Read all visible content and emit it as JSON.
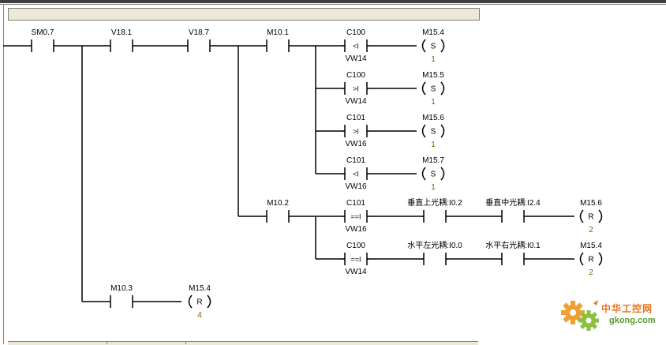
{
  "rungs": [
    {
      "id": "sm07",
      "kind": "contact",
      "label": "SM0.7"
    },
    {
      "id": "v181",
      "kind": "contact",
      "label": "V18.1"
    },
    {
      "id": "v187",
      "kind": "contact",
      "label": "V18.7"
    },
    {
      "id": "m101",
      "kind": "contact",
      "label": "M10.1"
    },
    {
      "id": "m102",
      "kind": "contact",
      "label": "M10.2"
    },
    {
      "id": "m103",
      "kind": "contact",
      "label": "M10.3"
    },
    {
      "id": "cmp1",
      "kind": "compare",
      "label": "C100",
      "op": "<I",
      "operand": "VW14"
    },
    {
      "id": "cmp2",
      "kind": "compare",
      "label": "C100",
      "op": ">I",
      "operand": "VW14"
    },
    {
      "id": "cmp3",
      "kind": "compare",
      "label": "C101",
      "op": ">I",
      "operand": "VW16"
    },
    {
      "id": "cmp4",
      "kind": "compare",
      "label": "C101",
      "op": "<I",
      "operand": "VW16"
    },
    {
      "id": "cmp5",
      "kind": "compare",
      "label": "C101",
      "op": "==I",
      "operand": "VW16"
    },
    {
      "id": "cmp6",
      "kind": "compare",
      "label": "C100",
      "op": "==I",
      "operand": "VW14"
    },
    {
      "id": "ce1",
      "kind": "contact",
      "label": "垂直上光耦:I0.2"
    },
    {
      "id": "ce2",
      "kind": "contact",
      "label": "垂直中光耦:I2.4"
    },
    {
      "id": "ce3",
      "kind": "contact",
      "label": "水平左光耦:I0.0"
    },
    {
      "id": "ce4",
      "kind": "contact",
      "label": "水平右光耦:I0.1"
    },
    {
      "id": "coil1",
      "kind": "coil",
      "label": "M15.4",
      "op": "S",
      "count": "1"
    },
    {
      "id": "coil2",
      "kind": "coil",
      "label": "M15.5",
      "op": "S",
      "count": "1"
    },
    {
      "id": "coil3",
      "kind": "coil",
      "label": "M15.6",
      "op": "S",
      "count": "1"
    },
    {
      "id": "coil4",
      "kind": "coil",
      "label": "M15.7",
      "op": "S",
      "count": "1"
    },
    {
      "id": "coil5",
      "kind": "coil",
      "label": "M15.6",
      "op": "R",
      "count": "2"
    },
    {
      "id": "coil6",
      "kind": "coil",
      "label": "M15.4",
      "op": "R",
      "count": "2"
    },
    {
      "id": "coil7",
      "kind": "coil",
      "label": "M15.4",
      "op": "R",
      "count": "4"
    }
  ],
  "watermark": {
    "cn": "中华工控网",
    "en": "gkong.com"
  },
  "colors": {
    "line": "#000000",
    "count": "#806000",
    "accent": "#e8731a"
  }
}
